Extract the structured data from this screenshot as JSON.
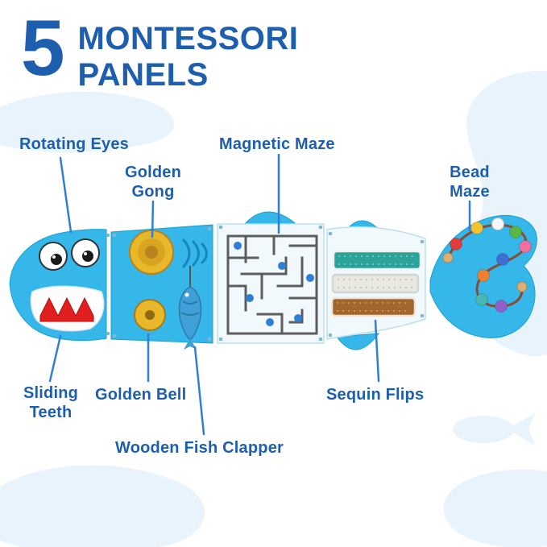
{
  "header": {
    "count": "5",
    "title_line1": "MONTESSORI",
    "title_line2": "PANELS"
  },
  "labels": {
    "rotating_eyes": "Rotating Eyes",
    "golden_gong": "Golden Gong",
    "magnetic_maze": "Magnetic Maze",
    "bead_maze": "Bead Maze",
    "sliding_teeth": "Sliding Teeth",
    "golden_bell": "Golden Bell",
    "sequin_flips": "Sequin Flips",
    "wooden_fish_clapper": "Wooden Fish Clapper"
  },
  "colors": {
    "heading_blue": "#1d5fae",
    "label_blue": "#1d5fae",
    "leader_line": "#2f7fd6",
    "shark_body": "#35b7e9",
    "background_blob": "#e8f3fb",
    "gong_gold": "#e8b82a",
    "teeth_red": "#e21f1f",
    "sequin_teal": "#2ba39b",
    "sequin_silver": "#e9e9e1",
    "sequin_bronze": "#a2672f"
  }
}
